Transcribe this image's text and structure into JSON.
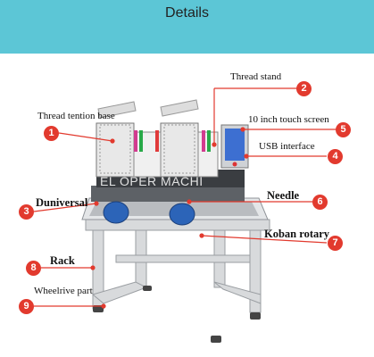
{
  "header": {
    "title": "Details"
  },
  "watermark": "EL OPER MACHI",
  "parts": [
    {
      "num": "1",
      "label": "Thread tention base"
    },
    {
      "num": "2",
      "label": "Thread stand"
    },
    {
      "num": "3",
      "label": "Duniversal"
    },
    {
      "num": "4",
      "label": "USB interface"
    },
    {
      "num": "5",
      "label": "10 inch touch screen"
    },
    {
      "num": "6",
      "label": "Needle"
    },
    {
      "num": "7",
      "label": "Koban rotary"
    },
    {
      "num": "8",
      "label": "Rack"
    },
    {
      "num": "9",
      "label": "Wheelrive part"
    }
  ],
  "colors": {
    "header": "#5cc6d6",
    "badge": "#e23a2e",
    "leader": "#e23a2e"
  }
}
